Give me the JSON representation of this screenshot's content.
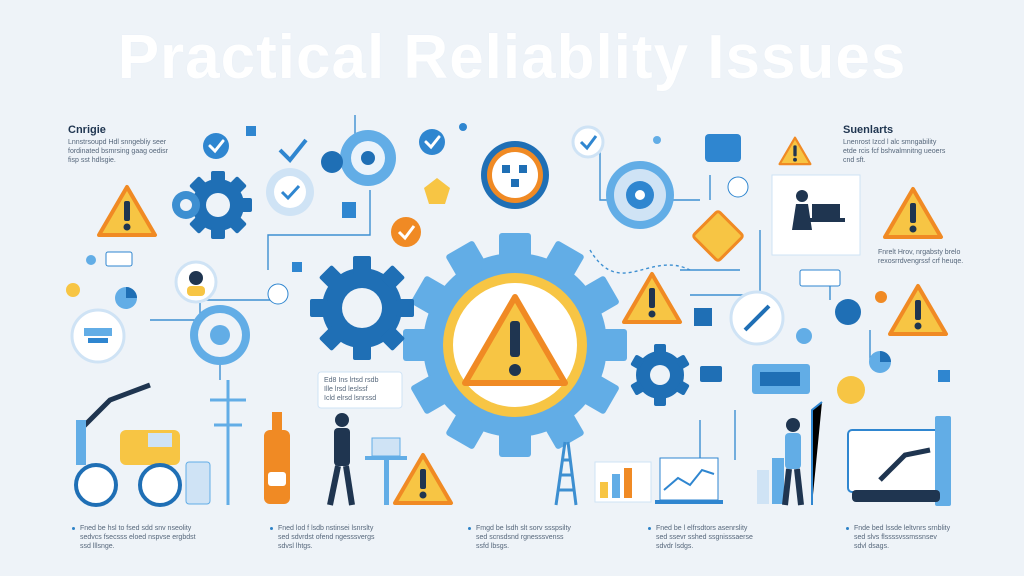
{
  "title": "Practical Reliablity Issues",
  "left_panel": {
    "heading": "Cnrigie",
    "text": "Lnnstrsoupd Hdl snngebliy seer fordinated bsmrsing gaag oedisr fisp sst hdlsgie."
  },
  "right_panel": {
    "heading": "Suenlarts",
    "text": "Lnenrost Izcd l alc smngability etde rcis fcf bshvalmnitng ueoers cnd sft.",
    "note": "Fnrelt Hrov, nrgabsty brelo rexosrrdvengrssf crf heuqe."
  },
  "center_note": "Ed8 Ins lrtsd rsdb\nIlle lrsd leslssf\nIcld elrsd lsnrssd",
  "bullets": [
    "Fned be hsl to fsed sdd snv nseolity\nsedvcs fsecsss eloed nspvse ergbdst\nssd lllsnge.",
    "Fned lod f lsdb nstinsei lsnrslty\nsed sdvrdst ofend ngesssvergs\nsdvsl lhtgs.",
    "Fmgd be lsdh slt sorv ssspsilty\nsed scnsdsnd rgnesssvenss\nssfd lbsgs.",
    "Fned be l elfrsdtors asenrslity\nsed ssevr sshed ssgnisssaerse\nsdvdr lsdgs.",
    "Fnde bed lssde leltvnrs srnblity\nsed slvs flssssvssmssnsev\nsdvl dsags."
  ],
  "colors": {
    "background": "#eef3f8",
    "primary_blue": "#1f6fb5",
    "light_blue": "#62ade6",
    "warning_yellow": "#f7c544",
    "warning_orange": "#f08a24",
    "navy": "#1f3550"
  },
  "icons": [
    "gear-icon",
    "warning-icon",
    "checkmark-icon",
    "pie-chart-icon",
    "wrench-icon",
    "lightbulb-icon",
    "bottle-icon",
    "person-icon",
    "ladder-icon",
    "camera-icon",
    "magnifier-icon",
    "clock-icon",
    "bar-chart-icon",
    "truck-icon"
  ]
}
